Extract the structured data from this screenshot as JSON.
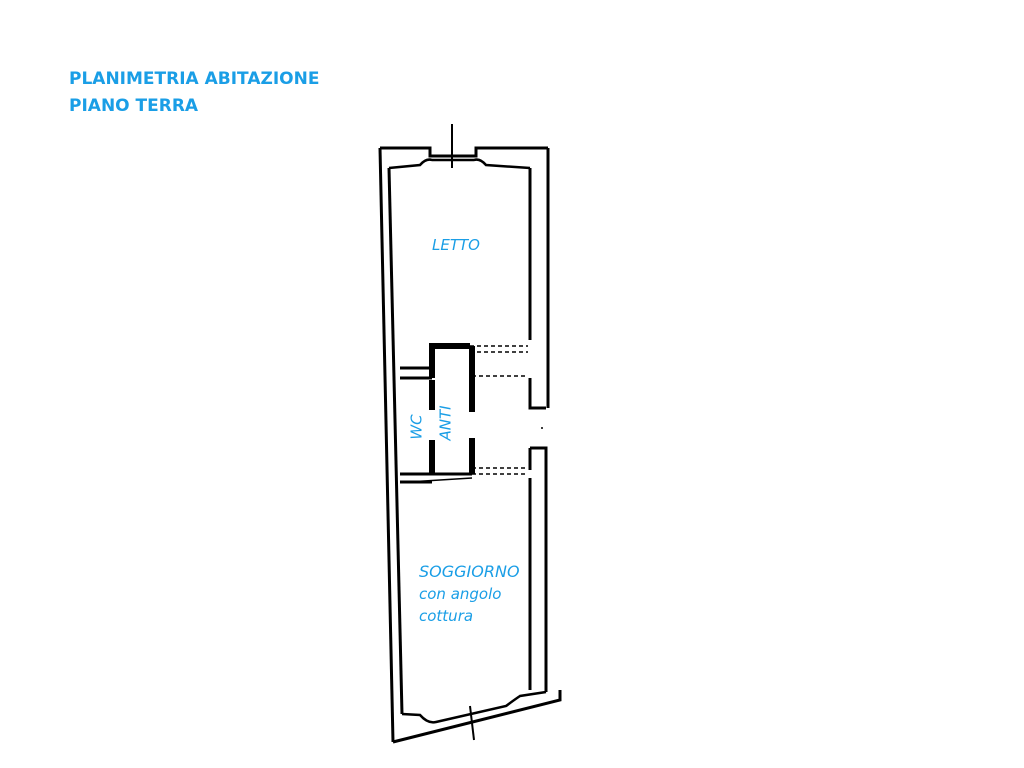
{
  "title": {
    "line1": "PLANIMETRIA ABITAZIONE",
    "line2": "PIANO TERRA"
  },
  "rooms": {
    "letto": "LETTO",
    "wc": "WC",
    "anti": "ANTI",
    "soggiorno": {
      "line1": "SOGGIORNO",
      "line2": "con angolo",
      "line3": "cottura"
    }
  },
  "colors": {
    "label": "#1a9ee6",
    "wall": "#000000"
  }
}
